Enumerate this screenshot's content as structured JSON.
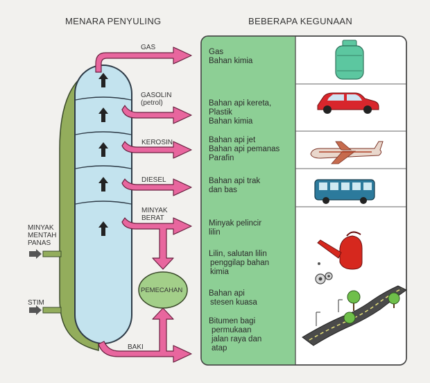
{
  "headings": {
    "tower": "MENARA PENYULING",
    "uses": "BEBERAPA KEGUNAAN"
  },
  "products": [
    {
      "label_lines": [
        "GAS"
      ],
      "uses": [
        "Gas",
        "Bahan kimia"
      ],
      "icon": "gas-cylinder-icon"
    },
    {
      "label_lines": [
        "GASOLIN",
        "(petrol)"
      ],
      "uses": [
        "Bahan api  kereta,",
        "Plastik",
        "Bahan kimia"
      ],
      "icon": "car-icon"
    },
    {
      "label_lines": [
        "KEROSIN"
      ],
      "uses": [
        "Bahan api jet",
        "Bahan api pemanas",
        "Parafin"
      ],
      "icon": "airplane-icon"
    },
    {
      "label_lines": [
        "DIESEL"
      ],
      "uses": [
        "Bahan api trak",
        "dan bas"
      ],
      "icon": "bus-icon"
    },
    {
      "label_lines": [
        "MINYAK",
        "BERAT"
      ],
      "uses": [
        "Minyak pelincir",
        "lilin"
      ],
      "icon": "oil-can-icon"
    }
  ],
  "heavy_extra_uses": [
    {
      "lines": [
        "Lilin, salutan lilin",
        "penggilap bahan",
        "kimia"
      ]
    },
    {
      "lines": [
        "Bahan api",
        "stesen kuasa"
      ]
    }
  ],
  "residue": {
    "label": "BAKI",
    "uses": [
      "Bitumen bagi",
      "permukaan",
      "jalan raya dan",
      "atap"
    ],
    "icon": "road-icon"
  },
  "inputs": {
    "crude_oil_lines": [
      "MINYAK",
      "MENTAH",
      "PANAS"
    ],
    "steam": "STIM"
  },
  "cracking": "PEMECAHAN",
  "colors": {
    "tower_fill": "#c3e3ee",
    "tower_outline": "#2d3a46",
    "green_panel": "#8dcf95",
    "support": "#93ad5c",
    "arrow": "#e8669e",
    "cracking_fill": "#a3cf89"
  }
}
